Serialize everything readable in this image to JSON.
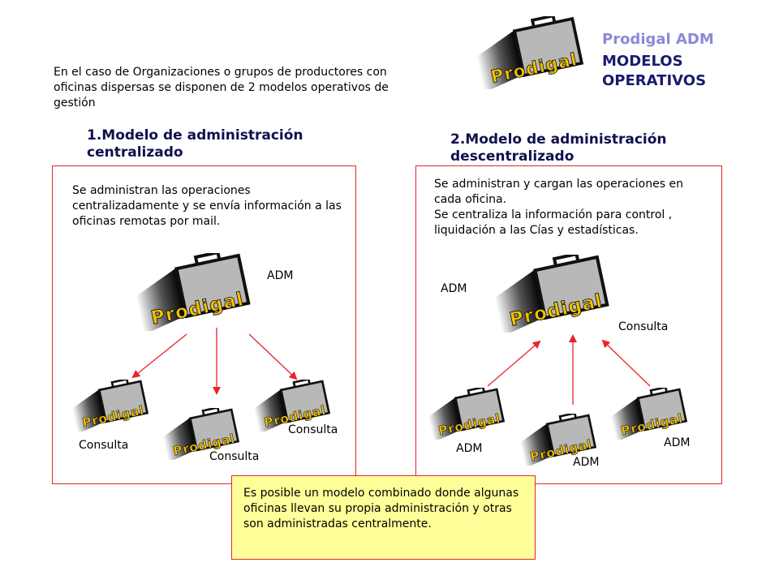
{
  "header": {
    "title": "Prodigal ADM",
    "subtitle": "MODELOS OPERATIVOS",
    "logo_text": "Prodigal"
  },
  "intro_text": "En el caso de Organizaciones o grupos de productores con oficinas dispersas se disponen de 2 modelos operativos de gestión",
  "models": [
    {
      "title": "1.Modelo de administración centralizado",
      "description": "Se administran las operaciones centralizadamente y se envía información a las oficinas remotas por mail.",
      "center_label": "ADM",
      "node_labels": [
        "Consulta",
        "Consulta",
        "Consulta"
      ]
    },
    {
      "title": "2.Modelo de administración descentralizado",
      "description_lines": [
        "Se administran y cargan las operaciones en cada oficina.",
        "Se centraliza la información para control , liquidación a las Cías y estadísticas."
      ],
      "center_label": "ADM",
      "center_sub_label": "Consulta",
      "node_labels": [
        "ADM",
        "ADM",
        "ADM"
      ]
    }
  ],
  "note": "Es posible un modelo combinado donde algunas oficinas llevan su propia administración y otras son administradas centralmente.",
  "colors": {
    "border": "#e8242a",
    "arrow": "#e8242a",
    "note_bg": "#ffff99",
    "title_light": "#8a8ad6",
    "title_dark": "#1a1a6e",
    "logo_text": "#f2c200"
  },
  "icon": "briefcase-icon"
}
